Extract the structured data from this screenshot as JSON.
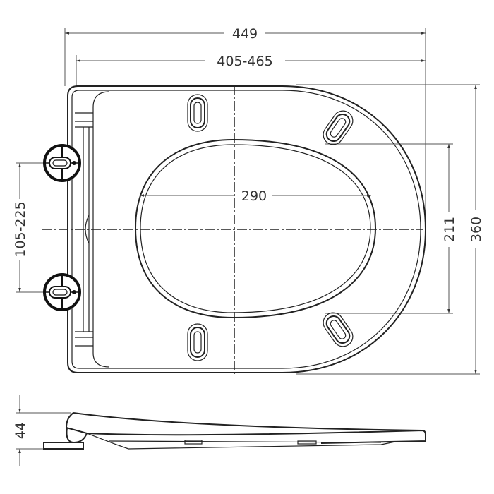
{
  "drawing": {
    "title": "Toilet seat dimension drawing",
    "views": [
      "top-view",
      "side-view"
    ],
    "colors": {
      "line": "#222222",
      "dimension": "#555555",
      "text": "#333333",
      "background": "#ffffff"
    }
  },
  "dimensions": {
    "overall_width": {
      "label": "449",
      "unit": "mm",
      "orientation": "horizontal"
    },
    "fixing_width_range": {
      "label": "405-465",
      "unit": "mm",
      "orientation": "horizontal"
    },
    "hinge_spacing_range": {
      "label": "105-225",
      "unit": "mm",
      "orientation": "vertical"
    },
    "opening_width": {
      "label": "290",
      "unit": "mm",
      "orientation": "horizontal"
    },
    "opening_depth": {
      "label": "211",
      "unit": "mm",
      "orientation": "vertical"
    },
    "overall_depth": {
      "label": "360",
      "unit": "mm",
      "orientation": "vertical"
    },
    "height": {
      "label": "44",
      "unit": "mm",
      "orientation": "vertical"
    }
  },
  "features": {
    "hinges": [
      "hinge-top",
      "hinge-bottom"
    ],
    "bumpers": [
      "bumper-top-left",
      "bumper-top-right",
      "bumper-bottom-left",
      "bumper-bottom-right"
    ]
  }
}
